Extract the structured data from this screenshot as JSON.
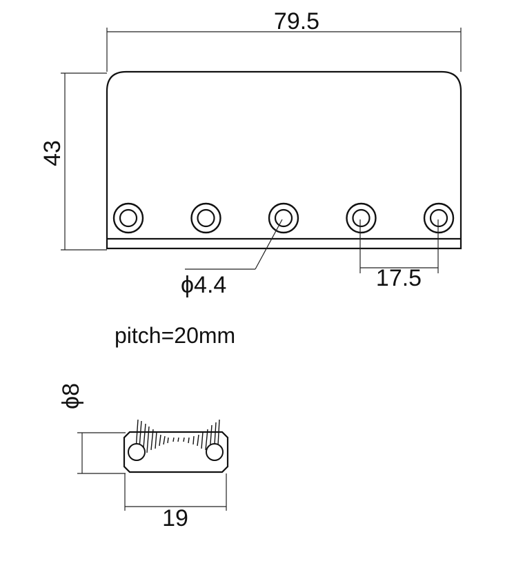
{
  "colors": {
    "line": "#111111",
    "background": "#ffffff"
  },
  "top_view": {
    "width_dim": "79.5",
    "height_dim": "43",
    "hole_diameter": "ϕ4.4",
    "hole_offset_dim": "17.5",
    "hole_count": 5
  },
  "note": {
    "pitch": "pitch=20mm"
  },
  "side_view": {
    "diameter_dim": "ϕ8",
    "width_dim": "19"
  }
}
